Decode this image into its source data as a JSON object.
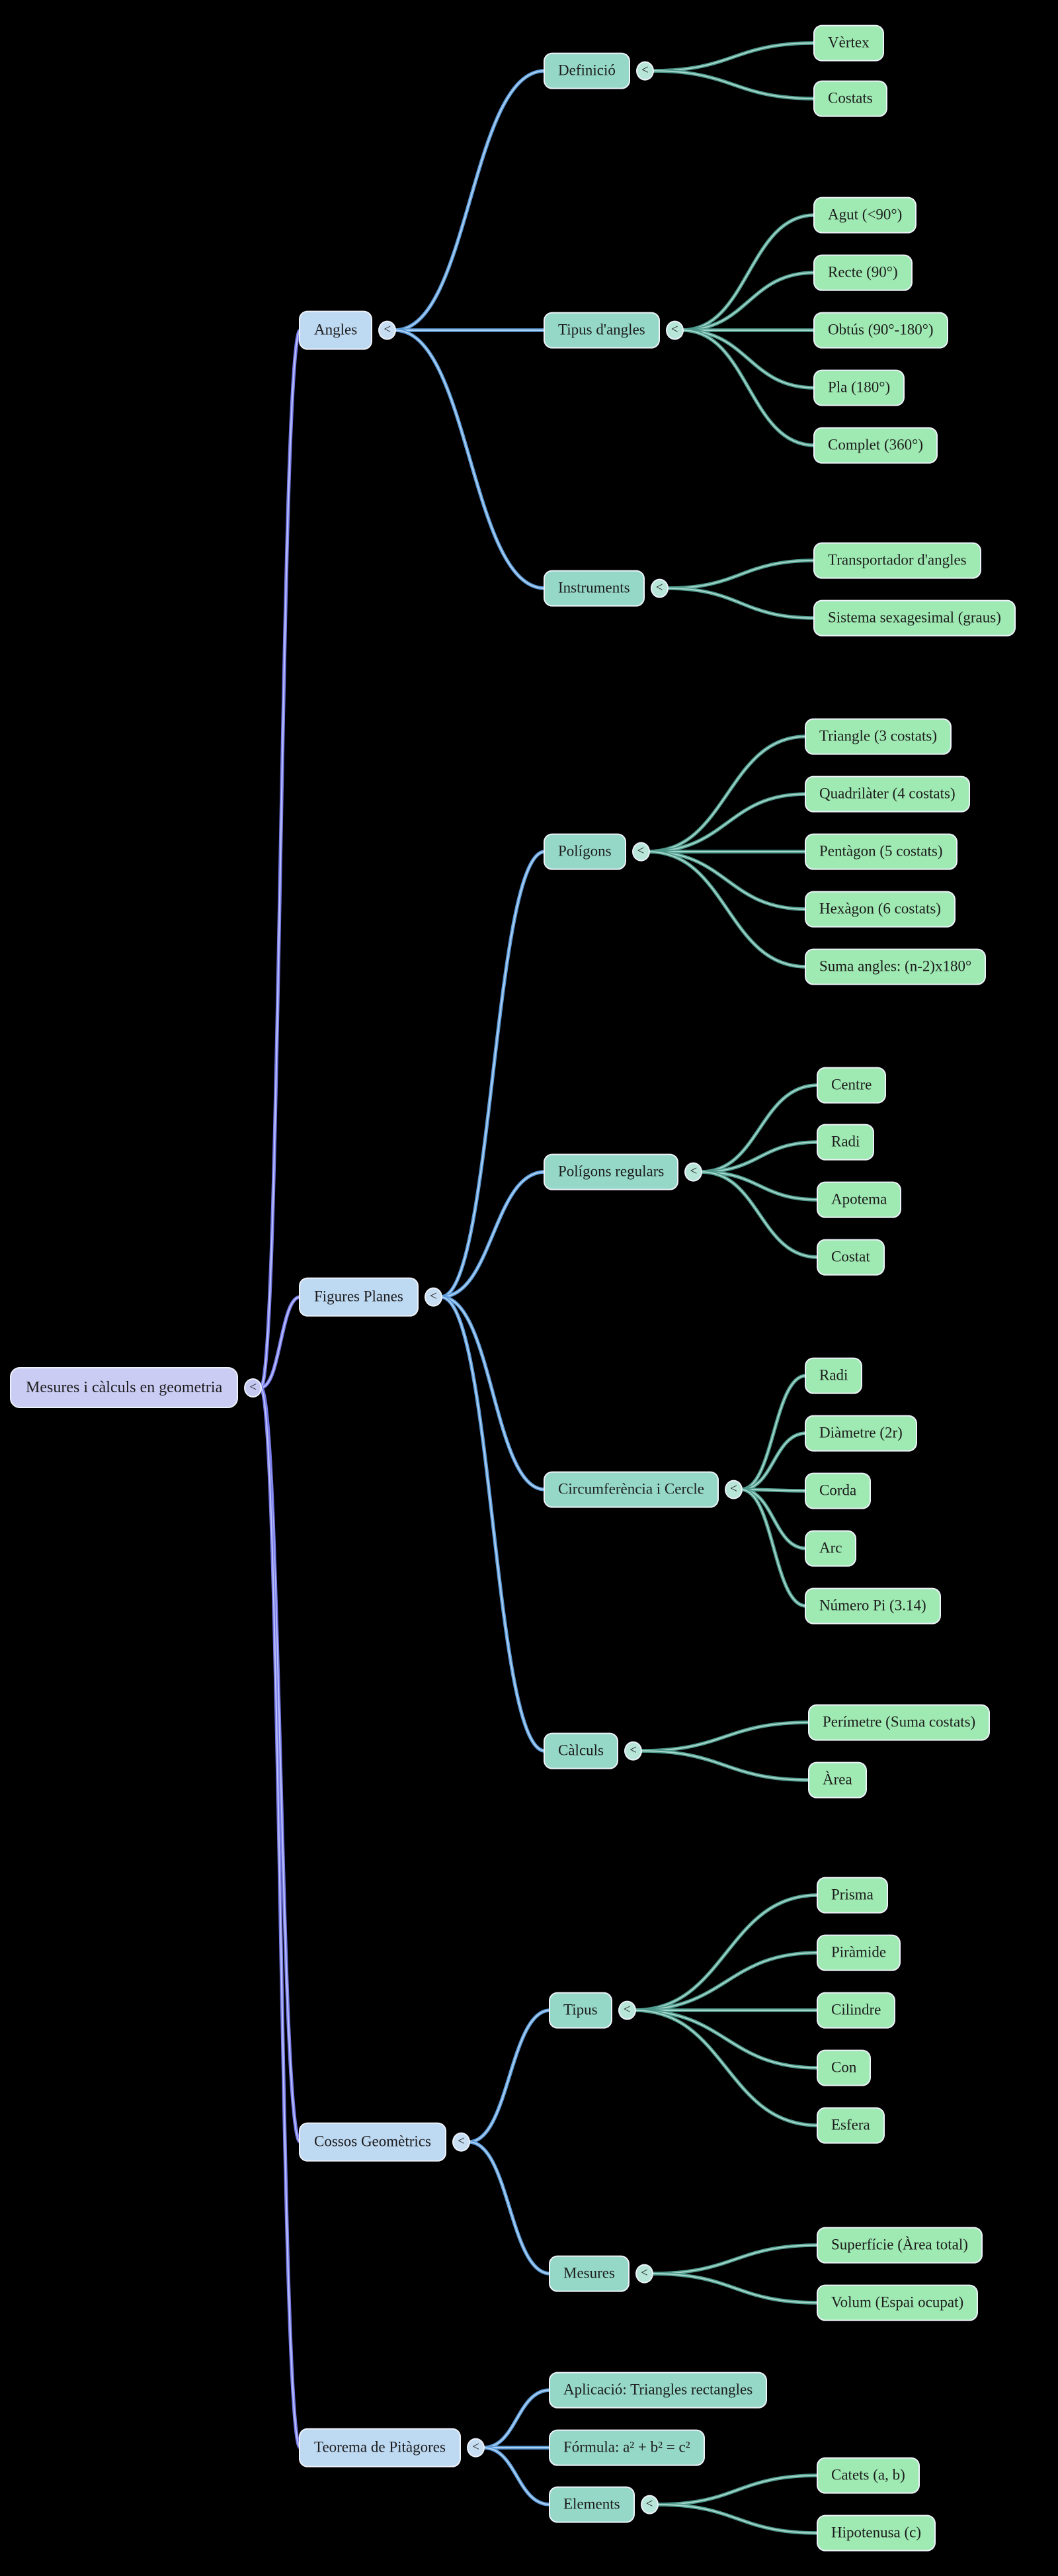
{
  "ui": {
    "toggle_glyph": "<"
  },
  "palette": {
    "background": "#000000",
    "node_text": "#1c1c1c",
    "node_border": "#eef2fa",
    "level0_fill": "#cbccf4",
    "level0_toggle": "#c5c9f2",
    "level1_fill": "#bed9f2",
    "level1_toggle": "#c6ddf2",
    "level2_fill": "#95d8c7",
    "level2_toggle": "#b7e5d8",
    "level3_fill": "#9fe9b2",
    "link_root": "#767ae8",
    "link_root_core": "#bcc2f8",
    "link_branch": "#5b9ad8",
    "link_branch_core": "#b0d2f2",
    "link_leaf": "#4f9a8d",
    "link_leaf_core": "#a6d8cb"
  },
  "mindmap": {
    "root": {
      "id": "root",
      "label": "Mesures i càlculs en geometria",
      "children": [
        {
          "id": "angles",
          "label": "Angles",
          "children": [
            {
              "id": "definicio",
              "label": "Definició",
              "children": [
                {
                  "id": "vertex",
                  "label": "Vèrtex"
                },
                {
                  "id": "costats",
                  "label": "Costats"
                }
              ]
            },
            {
              "id": "tipus-angles",
              "label": "Tipus d'angles",
              "children": [
                {
                  "id": "agut",
                  "label": "Agut (<90°)"
                },
                {
                  "id": "recte",
                  "label": "Recte (90°)"
                },
                {
                  "id": "obtus",
                  "label": "Obtús (90°-180°)"
                },
                {
                  "id": "pla",
                  "label": "Pla (180°)"
                },
                {
                  "id": "complet",
                  "label": "Complet (360°)"
                }
              ]
            },
            {
              "id": "instruments",
              "label": "Instruments",
              "children": [
                {
                  "id": "transportador",
                  "label": "Transportador d'angles"
                },
                {
                  "id": "sexagesimal",
                  "label": "Sistema sexagesimal (graus)"
                }
              ]
            }
          ]
        },
        {
          "id": "figures-planes",
          "label": "Figures Planes",
          "children": [
            {
              "id": "poligons",
              "label": "Polígons",
              "children": [
                {
                  "id": "triangle",
                  "label": "Triangle (3 costats)"
                },
                {
                  "id": "quadrilater",
                  "label": "Quadrilàter (4 costats)"
                },
                {
                  "id": "pentagon",
                  "label": "Pentàgon (5 costats)"
                },
                {
                  "id": "hexagon",
                  "label": "Hexàgon (6 costats)"
                },
                {
                  "id": "suma-angles",
                  "label": "Suma angles: (n-2)x180°"
                }
              ]
            },
            {
              "id": "poligons-regulars",
              "label": "Polígons regulars",
              "children": [
                {
                  "id": "centre",
                  "label": "Centre"
                },
                {
                  "id": "radi",
                  "label": "Radi"
                },
                {
                  "id": "apotema",
                  "label": "Apotema"
                },
                {
                  "id": "costat",
                  "label": "Costat"
                }
              ]
            },
            {
              "id": "circumferencia",
              "label": "Circumferència i Cercle",
              "children": [
                {
                  "id": "radi2",
                  "label": "Radi"
                },
                {
                  "id": "diametre",
                  "label": "Diàmetre (2r)"
                },
                {
                  "id": "corda",
                  "label": "Corda"
                },
                {
                  "id": "arc",
                  "label": "Arc"
                },
                {
                  "id": "pi",
                  "label": "Número Pi (3.14)"
                }
              ]
            },
            {
              "id": "calculs",
              "label": "Càlculs",
              "children": [
                {
                  "id": "perimetre",
                  "label": "Perímetre (Suma costats)"
                },
                {
                  "id": "area",
                  "label": "Àrea"
                }
              ]
            }
          ]
        },
        {
          "id": "cossos",
          "label": "Cossos Geomètrics",
          "children": [
            {
              "id": "tipus",
              "label": "Tipus",
              "children": [
                {
                  "id": "prisma",
                  "label": "Prisma"
                },
                {
                  "id": "piramide",
                  "label": "Piràmide"
                },
                {
                  "id": "cilindre",
                  "label": "Cilindre"
                },
                {
                  "id": "con",
                  "label": "Con"
                },
                {
                  "id": "esfera",
                  "label": "Esfera"
                }
              ]
            },
            {
              "id": "mesures",
              "label": "Mesures",
              "children": [
                {
                  "id": "superficie",
                  "label": "Superfície (Àrea total)"
                },
                {
                  "id": "volum",
                  "label": "Volum (Espai ocupat)"
                }
              ]
            }
          ]
        },
        {
          "id": "teorema",
          "label": "Teorema de Pitàgores",
          "children": [
            {
              "id": "aplicacio",
              "label": "Aplicació: Triangles rectangles"
            },
            {
              "id": "formula",
              "label": "Fórmula: a² + b² = c²"
            },
            {
              "id": "elements",
              "label": "Elements",
              "children": [
                {
                  "id": "catets",
                  "label": "Catets (a, b)"
                },
                {
                  "id": "hipotenusa",
                  "label": "Hipotenusa (c)"
                }
              ]
            }
          ]
        }
      ]
    }
  }
}
